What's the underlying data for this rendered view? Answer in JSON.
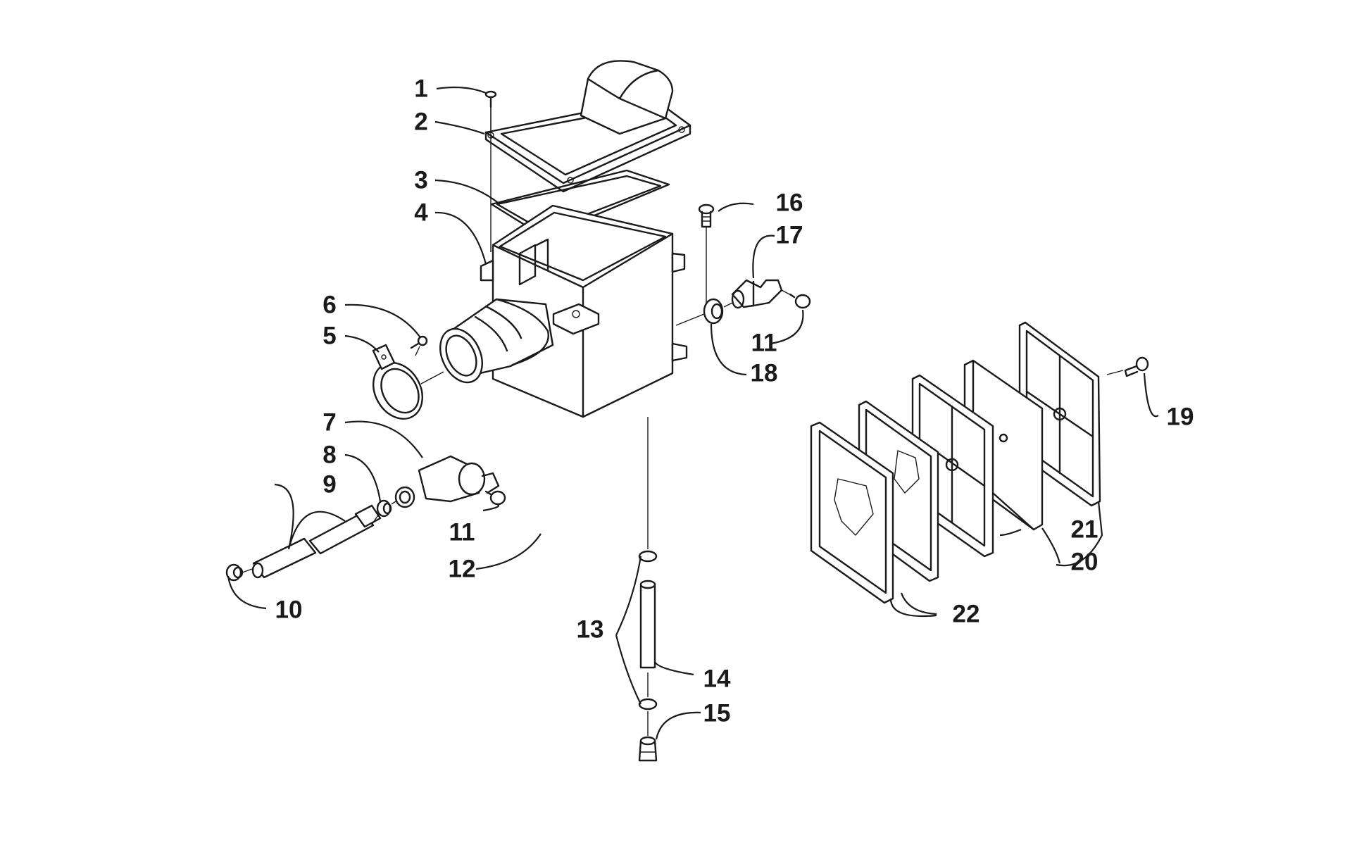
{
  "callouts": {
    "c1": "1",
    "c2": "2",
    "c3": "3",
    "c4": "4",
    "c5": "5",
    "c6": "6",
    "c7": "7",
    "c8": "8",
    "c9": "9",
    "c10": "10",
    "c11a": "11",
    "c11b": "11",
    "c12": "12",
    "c13": "13",
    "c14": "14",
    "c15": "15",
    "c16": "16",
    "c17": "17",
    "c18": "18",
    "c19": "19",
    "c20": "20",
    "c21": "21",
    "c22": "22"
  }
}
